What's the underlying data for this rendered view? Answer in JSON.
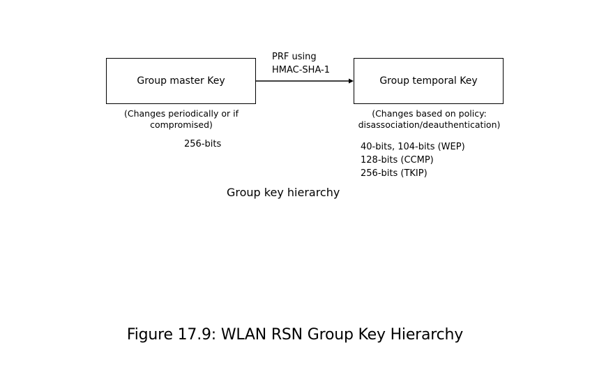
{
  "diagram": {
    "source_node": {
      "label": "Group master Key",
      "note": "(Changes periodically or if compromised)",
      "bits": "256-bits"
    },
    "target_node": {
      "label": "Group temporal Key",
      "note": "(Changes based on policy: disassociation/deauthentication)",
      "bits": [
        "40-bits, 104-bits (WEP)",
        "128-bits (CCMP)",
        "256-bits (TKIP)"
      ]
    },
    "edge": {
      "label_line1": "PRF using",
      "label_line2": "HMAC-SHA-1"
    },
    "title": "Group key hierarchy"
  },
  "caption": "Figure 17.9: WLAN RSN Group Key Hierarchy"
}
